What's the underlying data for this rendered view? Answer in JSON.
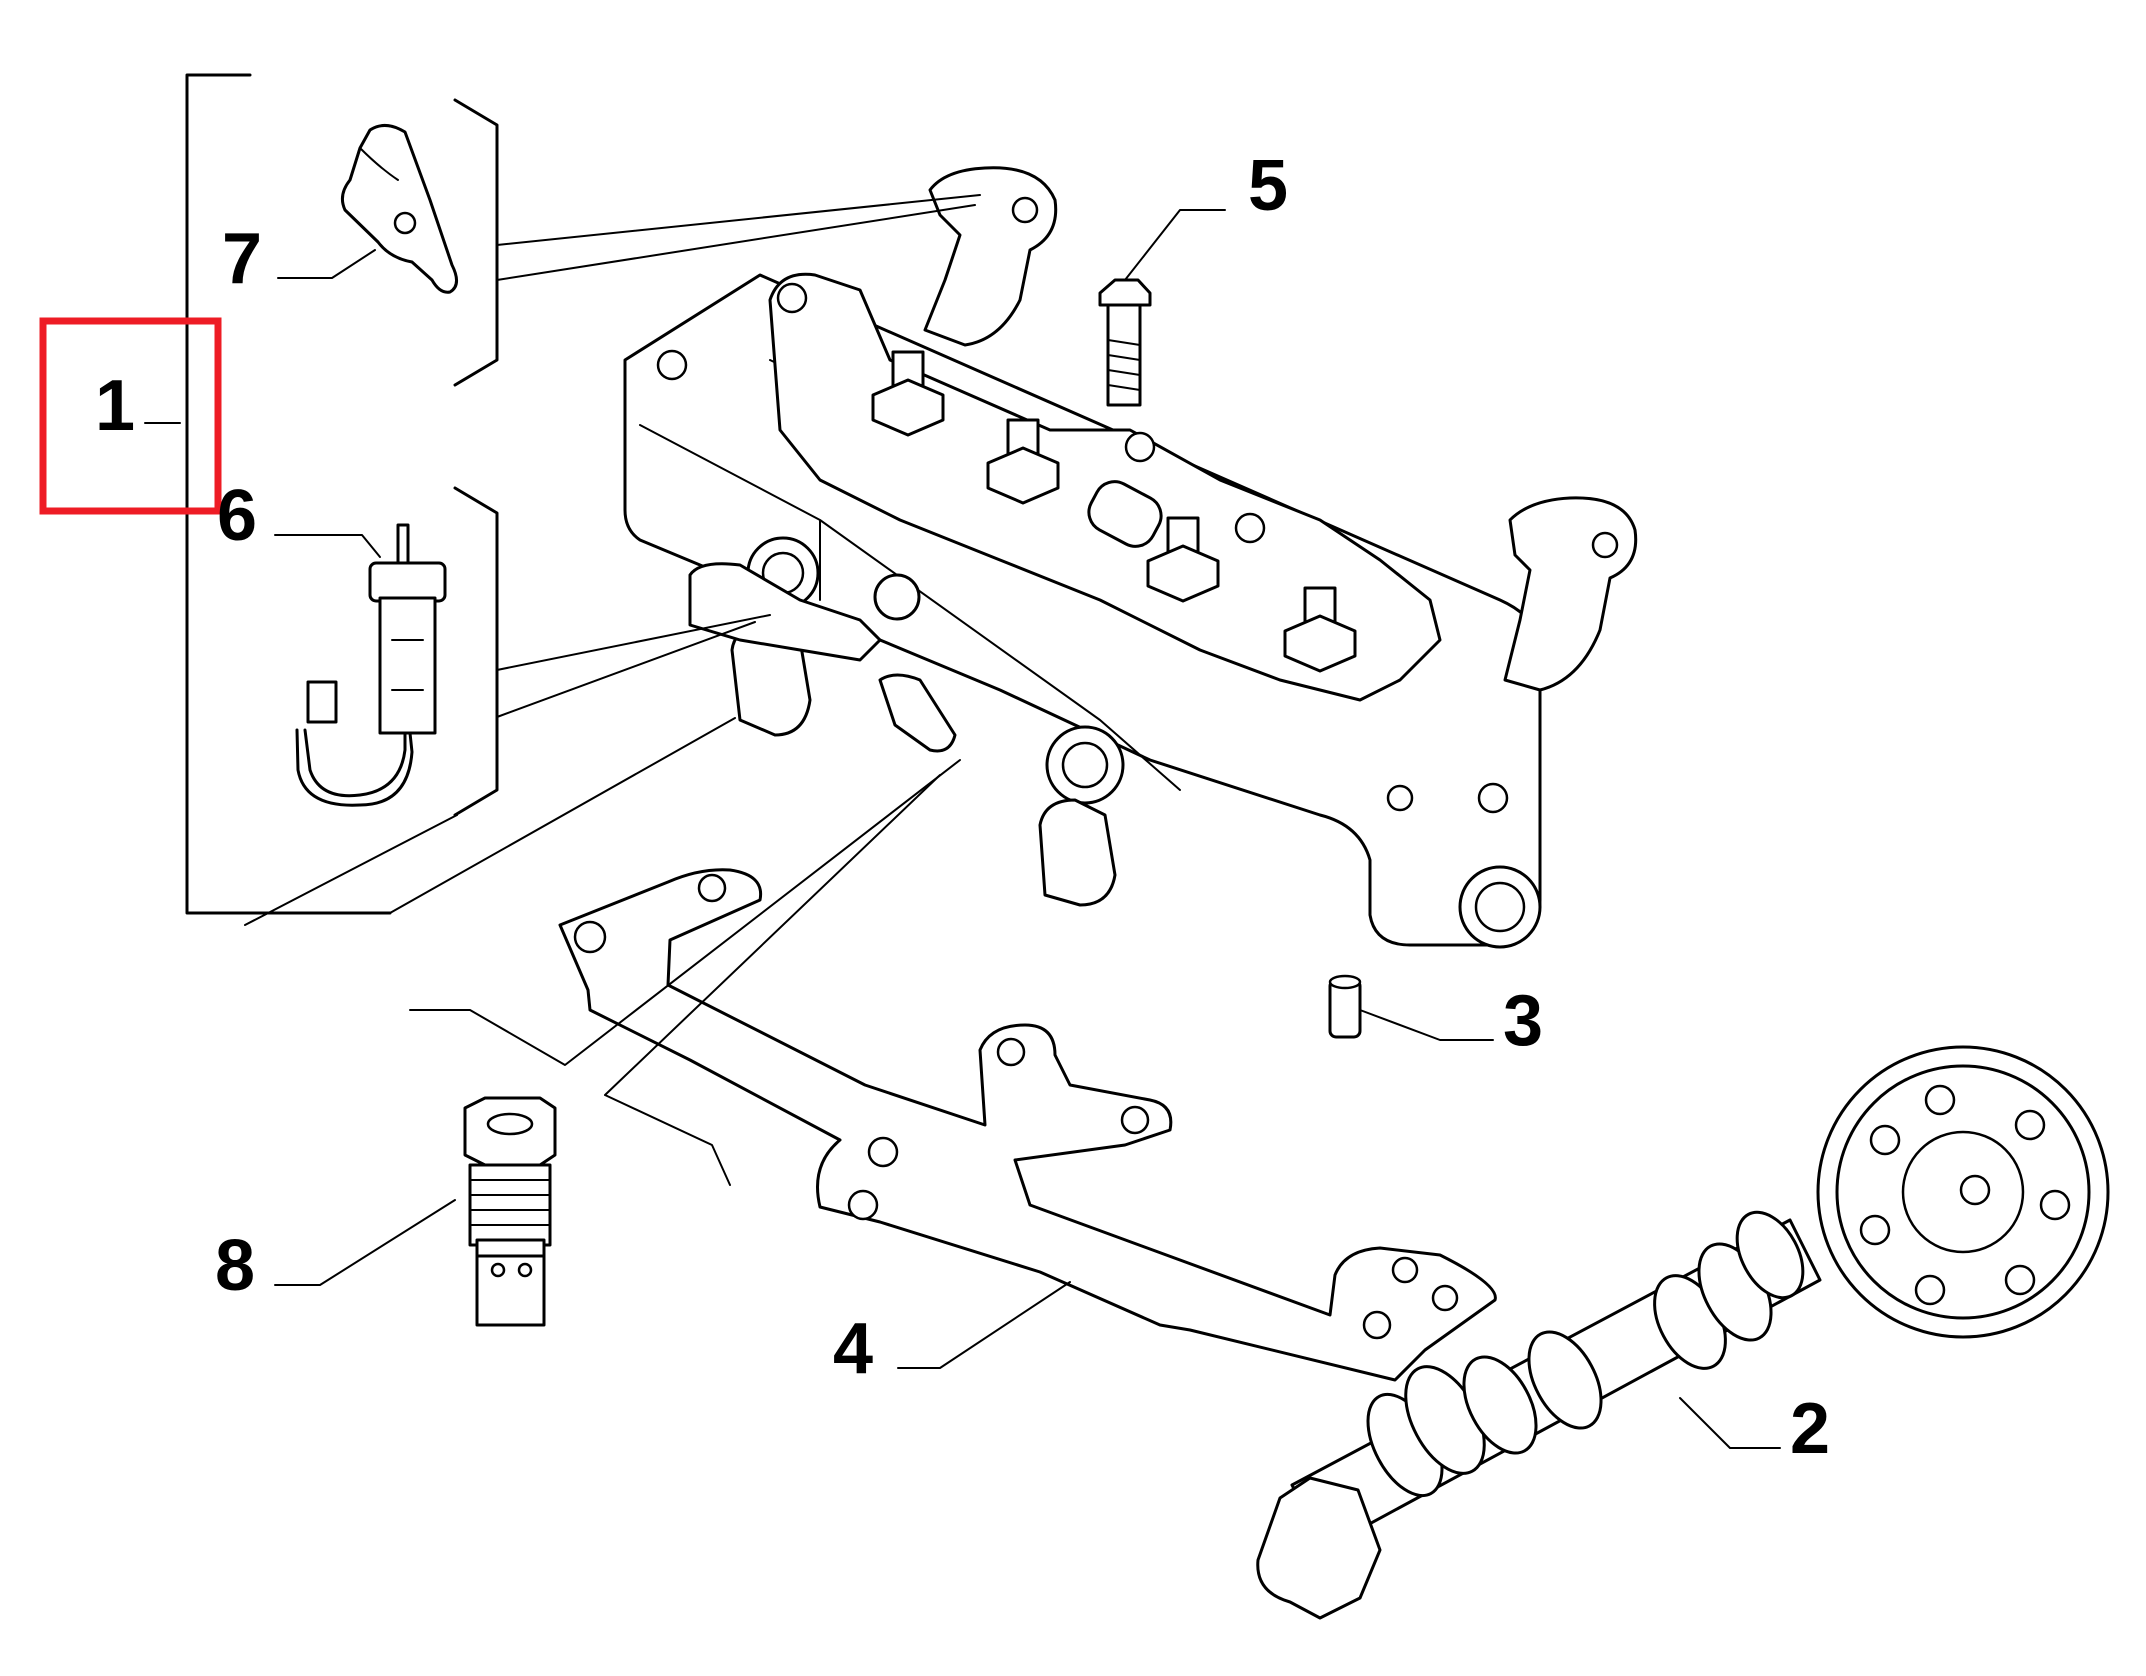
{
  "callouts": {
    "c1": "1",
    "c2": "2",
    "c3": "3",
    "c4": "4",
    "c5": "5",
    "c6": "6",
    "c7": "7",
    "c8": "8"
  },
  "highlight": {
    "color": "#ee1c25",
    "target": "1"
  },
  "colors": {
    "line": "#000000",
    "background": "#ffffff"
  }
}
